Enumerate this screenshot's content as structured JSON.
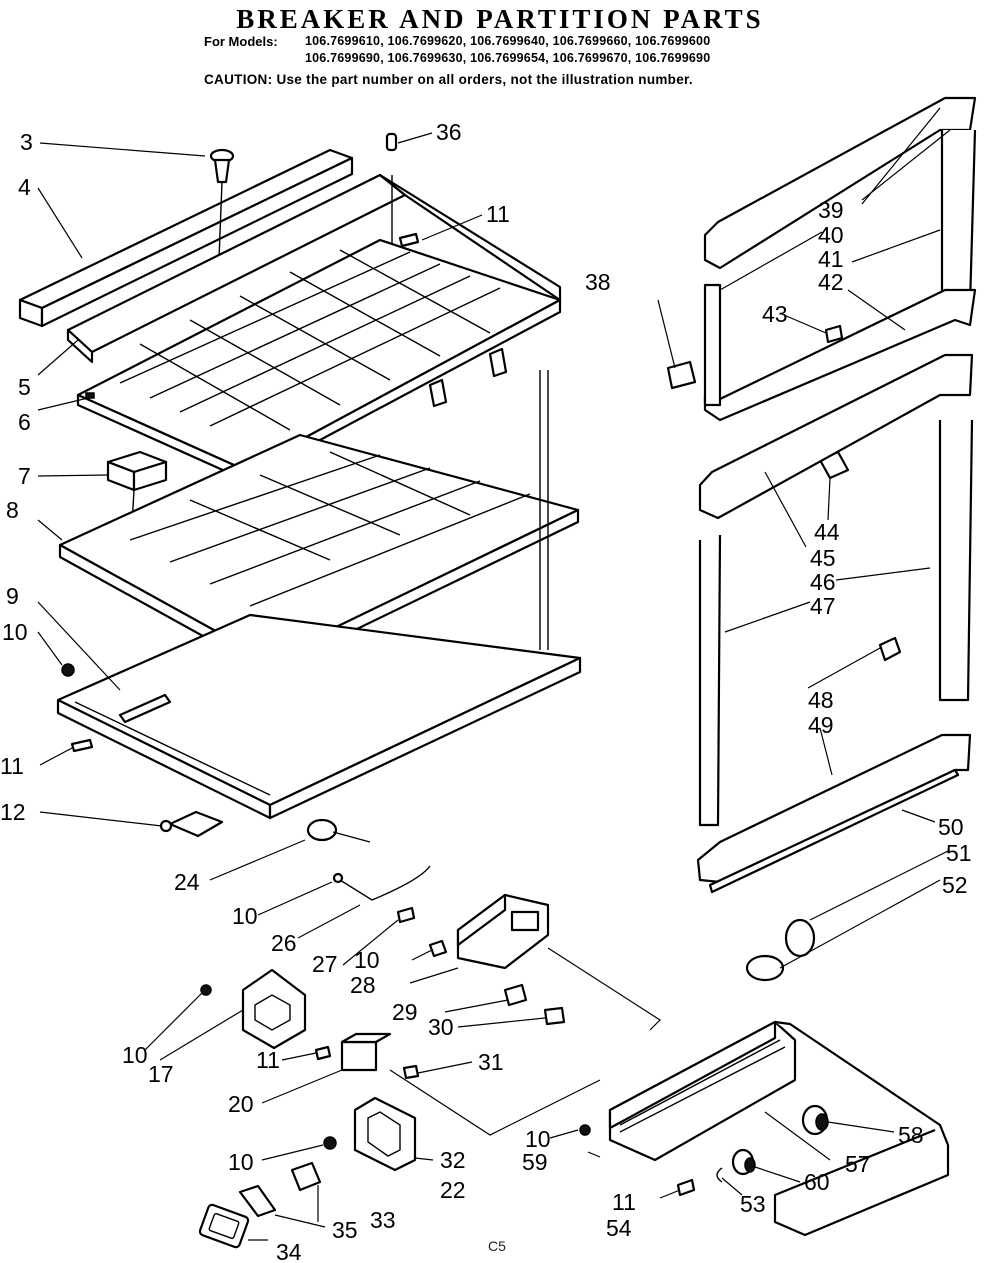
{
  "header": {
    "title": "BREAKER AND PARTITION PARTS",
    "models_label": "For Models:",
    "models_line1": "106.7699610, 106.7699620, 106.7699640, 106.7699660, 106.7699600",
    "models_line2": "106.7699690, 106.7699630, 106.7699654, 106.7699670, 106.7699690",
    "caution": "CAUTION: Use the part number on all orders, not the illustration number."
  },
  "footer": {
    "code": "C5"
  },
  "labels": [
    {
      "id": "3",
      "text": "3"
    },
    {
      "id": "36",
      "text": "36"
    },
    {
      "id": "4",
      "text": "4"
    },
    {
      "id": "11a",
      "text": "11"
    },
    {
      "id": "5",
      "text": "5"
    },
    {
      "id": "6",
      "text": "6"
    },
    {
      "id": "7",
      "text": "7"
    },
    {
      "id": "8",
      "text": "8"
    },
    {
      "id": "9",
      "text": "9"
    },
    {
      "id": "10a",
      "text": "10"
    },
    {
      "id": "11b",
      "text": "11"
    },
    {
      "id": "12",
      "text": "12"
    },
    {
      "id": "24",
      "text": "24"
    },
    {
      "id": "10b",
      "text": "10"
    },
    {
      "id": "26",
      "text": "26"
    },
    {
      "id": "27",
      "text": "27"
    },
    {
      "id": "10c",
      "text": "10"
    },
    {
      "id": "28",
      "text": "28"
    },
    {
      "id": "29",
      "text": "29"
    },
    {
      "id": "30",
      "text": "30"
    },
    {
      "id": "10d",
      "text": "10"
    },
    {
      "id": "17",
      "text": "17"
    },
    {
      "id": "11c",
      "text": "11"
    },
    {
      "id": "31",
      "text": "31"
    },
    {
      "id": "20",
      "text": "20"
    },
    {
      "id": "10e",
      "text": "10"
    },
    {
      "id": "32",
      "text": "32"
    },
    {
      "id": "22",
      "text": "22"
    },
    {
      "id": "33",
      "text": "33"
    },
    {
      "id": "35",
      "text": "35"
    },
    {
      "id": "34",
      "text": "34"
    },
    {
      "id": "38",
      "text": "38"
    },
    {
      "id": "39",
      "text": "39"
    },
    {
      "id": "40",
      "text": "40"
    },
    {
      "id": "41",
      "text": "41"
    },
    {
      "id": "42",
      "text": "42"
    },
    {
      "id": "43",
      "text": "43"
    },
    {
      "id": "44",
      "text": "44"
    },
    {
      "id": "45",
      "text": "45"
    },
    {
      "id": "46",
      "text": "46"
    },
    {
      "id": "47",
      "text": "47"
    },
    {
      "id": "48",
      "text": "48"
    },
    {
      "id": "49",
      "text": "49"
    },
    {
      "id": "50",
      "text": "50"
    },
    {
      "id": "51",
      "text": "51"
    },
    {
      "id": "52",
      "text": "52"
    },
    {
      "id": "10f",
      "text": "10"
    },
    {
      "id": "59",
      "text": "59"
    },
    {
      "id": "11d",
      "text": "11"
    },
    {
      "id": "54",
      "text": "54"
    },
    {
      "id": "53",
      "text": "53"
    },
    {
      "id": "60",
      "text": "60"
    },
    {
      "id": "57",
      "text": "57"
    },
    {
      "id": "58",
      "text": "58"
    }
  ]
}
